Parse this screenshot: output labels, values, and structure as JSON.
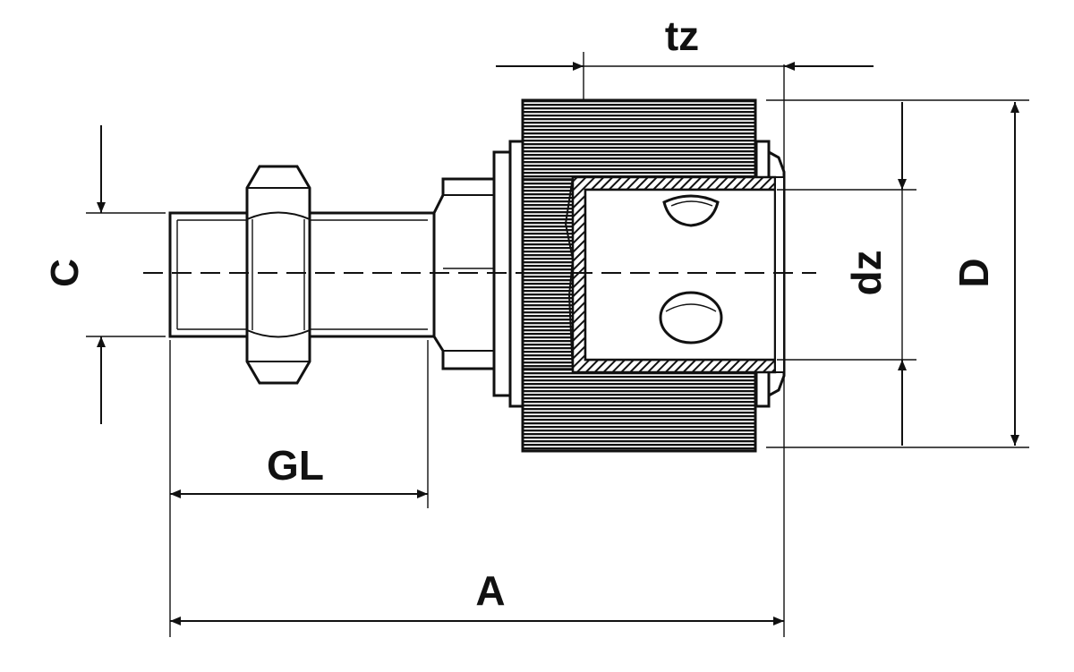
{
  "labels": {
    "tz": "tz",
    "C": "C",
    "GL": "GL",
    "A": "A",
    "dz": "dz",
    "D": "D"
  },
  "colors": {
    "line": "#111111",
    "background": "#ffffff"
  }
}
